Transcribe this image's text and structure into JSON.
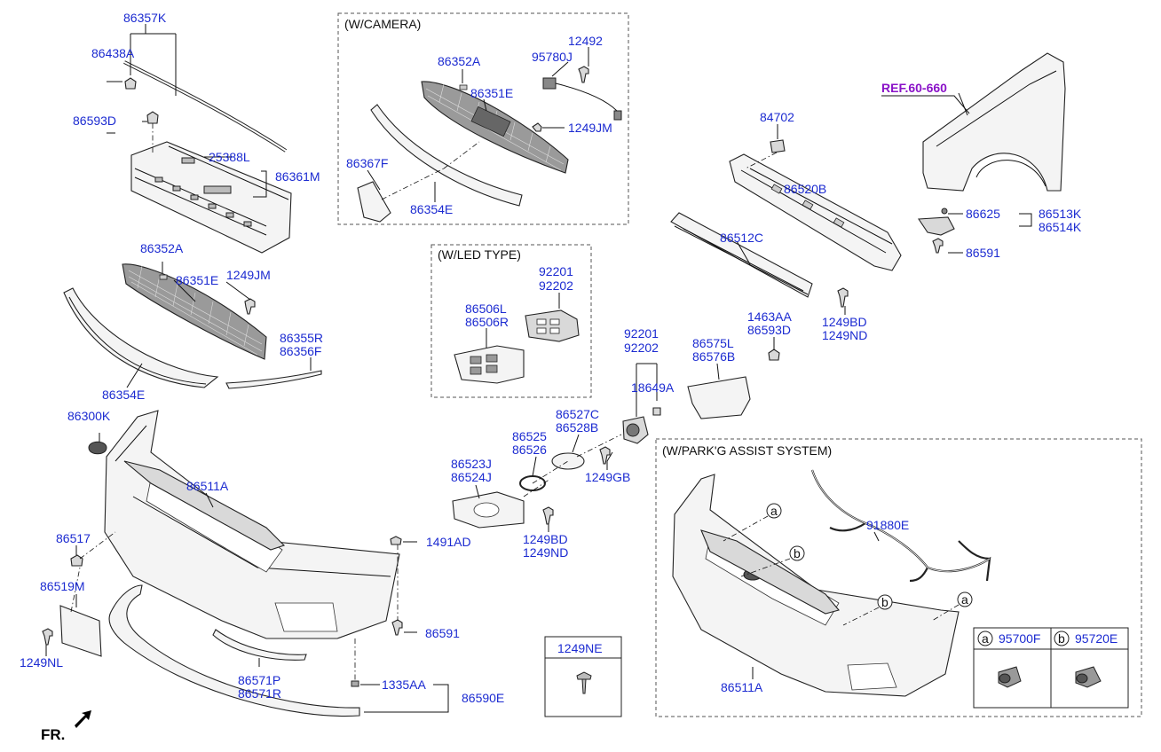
{
  "boxes": {
    "camera_title": "(W/CAMERA)",
    "led_title": "(W/LED TYPE)",
    "park_title": "(W/PARK'G ASSIST SYSTEM)"
  },
  "reference": "REF.60-660",
  "front_marker": "FR.",
  "legend": {
    "header": "1249NE",
    "a_letter": "a",
    "a_part": "95700F",
    "b_letter": "b",
    "b_part": "95720E"
  },
  "callout_letters": {
    "a": "a",
    "b": "b"
  },
  "labels": {
    "l86357K": "86357K",
    "l86438A": "86438A",
    "l86593D": "86593D",
    "l25388L": "25388L",
    "l86361M": "86361M",
    "l86352A_left": "86352A",
    "l86351E_left": "86351E",
    "l1249JM_left": "1249JM",
    "l86355R": "86355R",
    "l86356F": "86356F",
    "l86354E_left": "86354E",
    "l86352A_cam": "86352A",
    "l86351E_cam": "86351E",
    "l12492": "12492",
    "l95780J": "95780J",
    "l1249JM_cam": "1249JM",
    "l86367F": "86367F",
    "l86354E_cam": "86354E",
    "l92201_led": "92201",
    "l92202_led": "92202",
    "l86506L": "86506L",
    "l86506R": "86506R",
    "l84702": "84702",
    "l86520B": "86520B",
    "l86625": "86625",
    "l86513K": "86513K",
    "l86514K": "86514K",
    "l86591_right": "86591",
    "l86512C": "86512C",
    "l1463AA": "1463AA",
    "l86593D_mid": "86593D",
    "l1249BD_mid": "1249BD",
    "l1249ND_mid": "1249ND",
    "l86575L": "86575L",
    "l86576B": "86576B",
    "l92201_mid": "92201",
    "l92202_mid": "92202",
    "l18649A": "18649A",
    "l86300K": "86300K",
    "l86511A_left": "86511A",
    "l86527C": "86527C",
    "l86528B": "86528B",
    "l86525": "86525",
    "l86526": "86526",
    "l86523J": "86523J",
    "l86524J": "86524J",
    "l1249GB": "1249GB",
    "l1249BD_low": "1249BD",
    "l1249ND_low": "1249ND",
    "l86517": "86517",
    "l1491AD": "1491AD",
    "l86519M": "86519M",
    "l86591_low": "86591",
    "l1249NL": "1249NL",
    "l86571P": "86571P",
    "l86571R": "86571R",
    "l1335AA": "1335AA",
    "l86590E": "86590E",
    "l91880E": "91880E",
    "l86511A_park": "86511A"
  },
  "colors": {
    "part_number": "#1c2bd1",
    "reference": "#8a12c8",
    "line": "#111111"
  }
}
